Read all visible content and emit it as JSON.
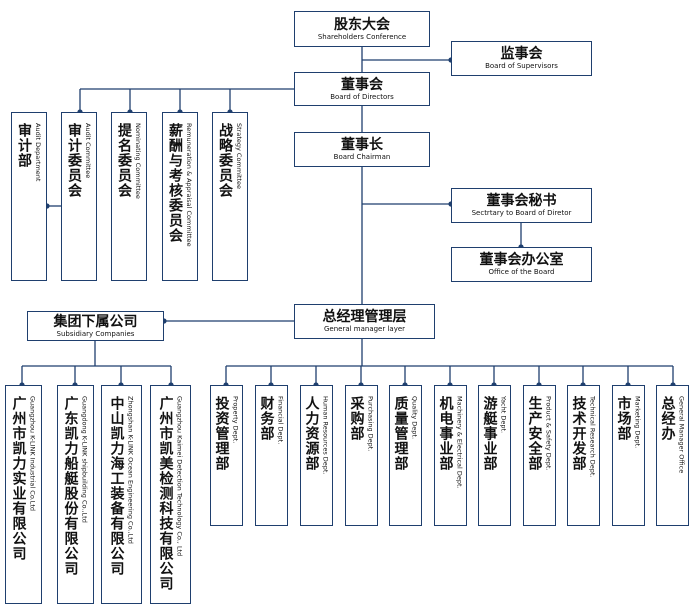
{
  "top": {
    "shareholders": {
      "cn": "股东大会",
      "en": "Shareholders Conference"
    },
    "supervisors": {
      "cn": "监事会",
      "en": "Board of Supervisors"
    },
    "directors": {
      "cn": "董事会",
      "en": "Board of Directors"
    },
    "chairman": {
      "cn": "董事长",
      "en": "Board Chairman"
    },
    "secretary": {
      "cn": "董事会秘书",
      "en": "Sectrtary to Board of Diretor"
    },
    "office": {
      "cn": "董事会办公室",
      "en": "Office of the Board"
    },
    "gm": {
      "cn": "总经理管理层",
      "en": "General manager layer"
    },
    "subsidiary": {
      "cn": "集团下属公司",
      "en": "Subsidiary Companies"
    }
  },
  "committees": [
    {
      "cn": "审计部",
      "en": "Audit Department"
    },
    {
      "cn": "审计委员会",
      "en": "Audit Committee"
    },
    {
      "cn": "提名委员会",
      "en": "Nominating Committee"
    },
    {
      "cn": "薪酬与考核委员会",
      "en": "Remuneration & Appraisal Committee"
    },
    {
      "cn": "战略委员会",
      "en": "Strategy Committee"
    }
  ],
  "subsidiaries": [
    {
      "cn": "广州市凯力实业有限公司",
      "en": "Guangzhou K-LINK Industrial Co.Ltd"
    },
    {
      "cn": "广东凯力船艇股份有限公司",
      "en": "Guangdong K-LINK shipbuilding Co.,Ltd"
    },
    {
      "cn": "中山凯力海工装备有限公司",
      "en": "Zhongshan K-LINK Ocean Engineering Co.,Ltd"
    },
    {
      "cn": "广州市凯美检测科技有限公司",
      "en": "Guangzhou Kaimei Detection Technology Co., Ltd"
    }
  ],
  "departments": [
    {
      "cn": "投资管理部",
      "en": "Property Dept."
    },
    {
      "cn": "财务部",
      "en": "Financial Dept."
    },
    {
      "cn": "人力资源部",
      "en": "Human Resources Dept."
    },
    {
      "cn": "采购部",
      "en": "Purchasing Dept."
    },
    {
      "cn": "质量管理部",
      "en": "Quality Dept."
    },
    {
      "cn": "机电事业部",
      "en": "Machinery & Electrical Dept."
    },
    {
      "cn": "游艇事业部",
      "en": "Yacht Dept."
    },
    {
      "cn": "生产安全部",
      "en": "Product & Safety Dept."
    },
    {
      "cn": "技术开发部",
      "en": "Technical Research Dept."
    },
    {
      "cn": "市场部",
      "en": "Marketing Dept."
    },
    {
      "cn": "总经办",
      "en": "General Manager Office"
    }
  ]
}
